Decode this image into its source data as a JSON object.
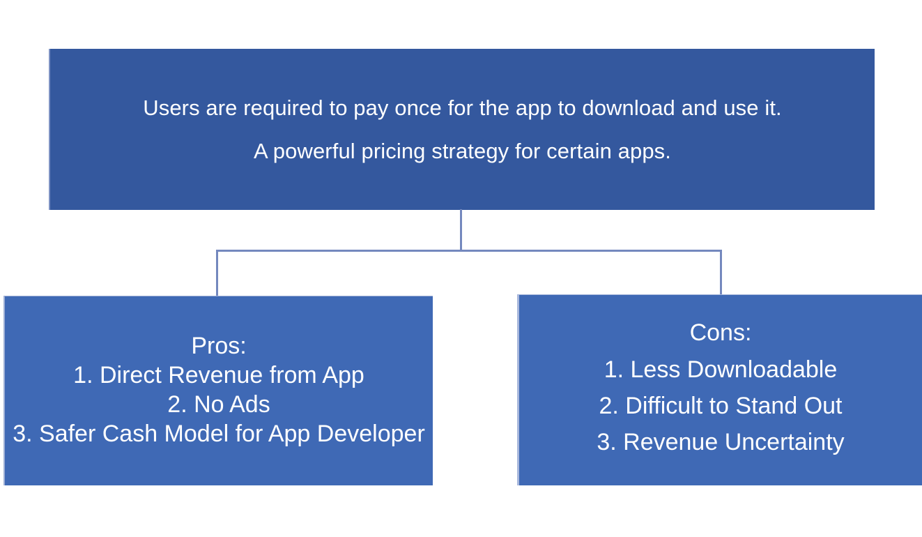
{
  "diagram": {
    "type": "hierarchy-tree",
    "orientation": "top-down",
    "colors": {
      "root_fill": "#34589E",
      "branch_fill": "#3F69B5",
      "connector": "#7488BE",
      "text": "#FFFFFF",
      "background": "#FFFFFF"
    },
    "root": {
      "lines": [
        "Users are required to pay once for the app to download and use it.",
        "A powerful pricing strategy for certain apps."
      ]
    },
    "branches": [
      {
        "heading": "Pros:",
        "items": [
          "1. Direct Revenue from App",
          "2. No Ads",
          "3. Safer Cash Model for App Developer"
        ]
      },
      {
        "heading": "Cons:",
        "items": [
          "1. Less Downloadable",
          "2. Difficult to Stand Out",
          "3. Revenue Uncertainty"
        ]
      }
    ]
  }
}
